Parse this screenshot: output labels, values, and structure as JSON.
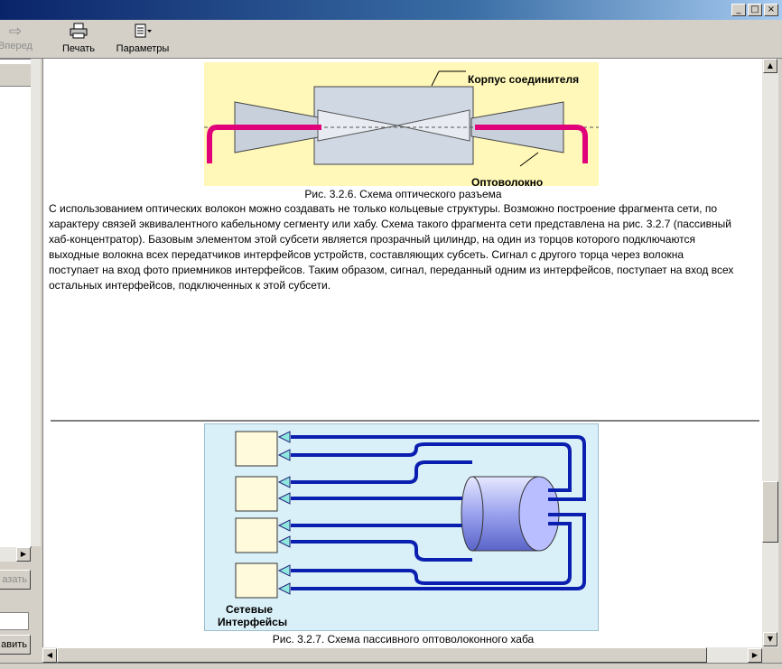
{
  "window": {
    "min": "_",
    "max": "□",
    "close": "×"
  },
  "toolbar": {
    "forward_label": "Вперед",
    "print_label": "Печать",
    "options_label": "Параметры"
  },
  "left_pane": {
    "button_show_partial": "азать",
    "button_add_partial": "авить"
  },
  "figure1": {
    "label_housing": "Корпус соединителя",
    "label_fiber": "Оптоволокно",
    "caption": "Рис. 3.2.6. Схема оптического разъема"
  },
  "paragraph": "С использованием оптических волокон можно создавать не только кольцевые структуры. Возможно построение фрагмента сети, по характеру связей эквивалентного кабельному сегменту или хабу. Схема такого фрагмента сети представлена на рис. 3.2.7 (пассивный хаб-концентратор). Базовым элементом этой субсети является прозрачный цилиндр, на один из торцов которого подключаются выходные волокна всех передатчиков интерфейсов устройств, составляющих субсеть. Сигнал с другого торца через волокна поступает на вход фото приемников интерфейсов. Таким образом, сигнал, переданный одним из интерфейсов, поступает на вход всех остальных интерфейсов, подключенных к этой субсети.",
  "figure2": {
    "label_line1": "Сетевые",
    "label_line2": "Интерфейсы",
    "caption": "Рис. 3.2.7. Схема пассивного оптоволоконного хаба"
  },
  "colors": {
    "fiber": "#e0007a",
    "hub_line": "#0a1fb0",
    "fig1_bg": "#fff8b8",
    "fig2_bg": "#d9f0f8"
  }
}
